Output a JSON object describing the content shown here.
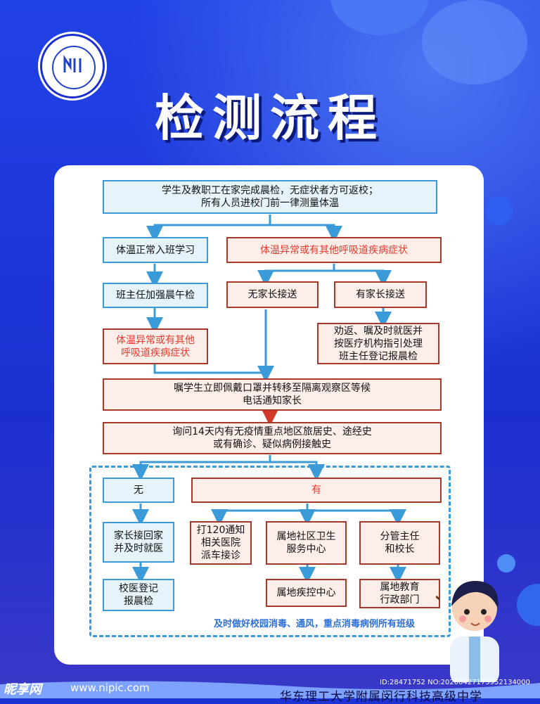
{
  "title": "检测流程",
  "steps": {
    "top": [
      "学生及教职工在家完成晨检，无症状者方可返校；",
      "所有人员进校门前一律测量体温"
    ],
    "normal": "体温正常入班学习",
    "abnormal": "体温异常或有其他呼吸道疾病症状",
    "teacher_check": "班主任加强晨午检",
    "no_parent": "无家长接送",
    "has_parent": "有家长接送",
    "abnormal2": [
      "体温异常或有其他",
      "呼吸道疾病症状"
    ],
    "parent_action": [
      "劝返、嘱及时就医并",
      "按医疗机构指引处理",
      "班主任登记报晨检"
    ],
    "isolate": [
      "嘱学生立即佩戴口罩并转移至隔离观察区等候",
      "电话通知家长"
    ],
    "inquire": [
      "询问14天内有无疫情重点地区旅居史、途经史",
      "或有确诊、疑似病例接触史"
    ],
    "none": "无",
    "yes": "有",
    "parent_pickup": [
      "家长接回家",
      "并及时就医"
    ],
    "call120": [
      "打120通知",
      "相关医院",
      "派车接诊"
    ],
    "community": [
      "属地社区卫生",
      "服务中心"
    ],
    "manager": [
      "分管主任",
      "和校长"
    ],
    "school_record": [
      "校医登记",
      "报晨检"
    ],
    "cdc": "属地疾控中心",
    "edu": [
      "属地教育",
      "行政部门"
    ],
    "note": "及时做好校园消毒、通风，重点消毒病例所有班级"
  },
  "footer": {
    "watermark": "昵享网",
    "site": "www.nipic.com",
    "school": "华东理工大学附属闵行科技高级中学",
    "id": "ID:28471752 NO:20200427173952134000"
  },
  "colors": {
    "background": "#1d33d6",
    "blue_border": "#3b9bd8",
    "red_border": "#a8392a",
    "red_text": "#e43b2c"
  }
}
